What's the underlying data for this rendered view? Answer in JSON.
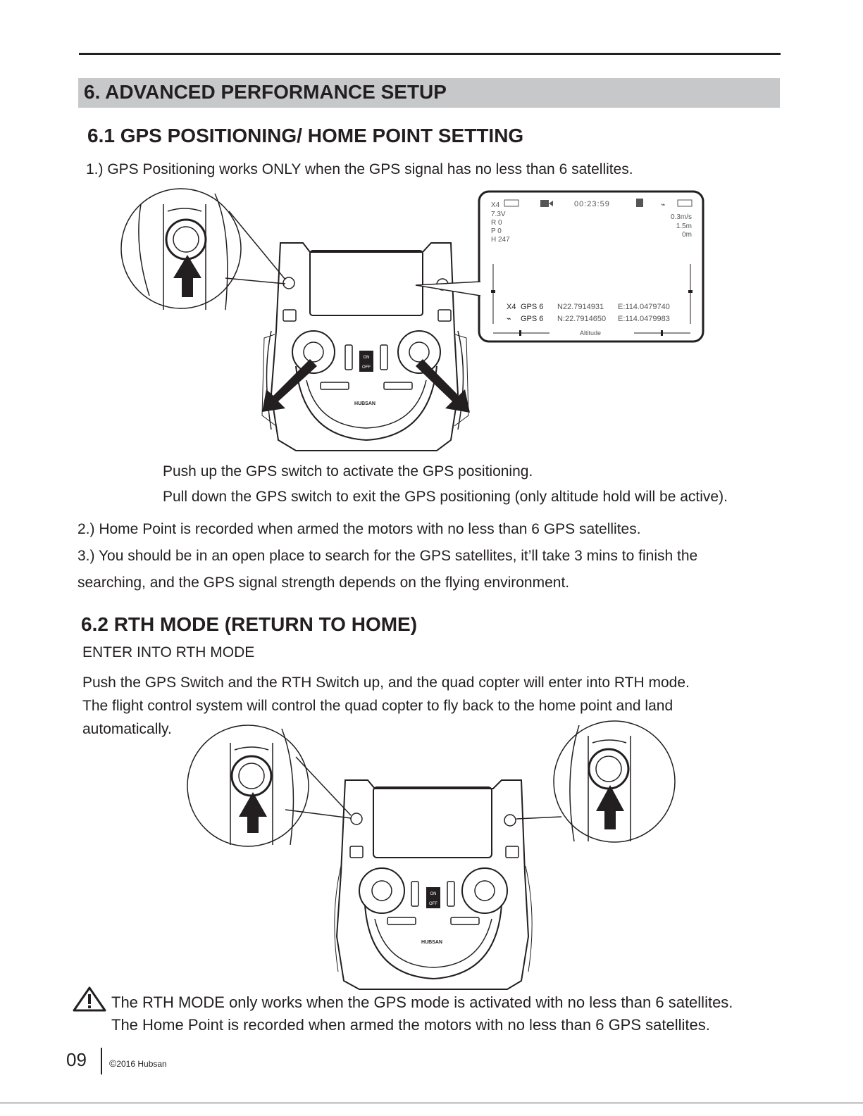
{
  "header": {
    "section_title": "6. ADVANCED PERFORMANCE SETUP"
  },
  "gps": {
    "title": "6.1 GPS POSITIONING/ HOME POINT SETTING",
    "point1": "1.) GPS Positioning works ONLY when the GPS signal has no less than 6 satellites.",
    "push_up": "Push up the GPS switch to activate the GPS positioning.",
    "pull_down": "Pull down the GPS switch to exit the GPS positioning (only altitude hold will be active).",
    "point2": "2.) Home Point is recorded when armed the motors with no less than 6 GPS satellites.",
    "point3_line1": "3.) You should be in an open place to search for the GPS satellites, it’ll take 3 mins to finish the",
    "point3_line2": "searching, and the GPS signal strength depends on the flying environment."
  },
  "screen": {
    "model": "X4",
    "time": "00:23:59",
    "voltage": "7.3V",
    "roll": "R  0",
    "pitch": "P  0",
    "heading": "H 247",
    "speed": "0.3m/s",
    "height": "1.5m",
    "distance": "0m",
    "craft_label": "X4",
    "craft_gps": "GPS  6",
    "craft_lat": "N22.7914931",
    "craft_lon": "E:114.0479740",
    "tx_gps": "GPS  6",
    "tx_lat": "N:22.7914650",
    "tx_lon": "E:114.0479983",
    "altitude_label": "Altitude"
  },
  "controller": {
    "on_label": "ON",
    "off_label": "OFF",
    "brand": "HUBSAN"
  },
  "rth": {
    "title": "6.2 RTH MODE (RETURN TO HOME)",
    "subtitle": "ENTER INTO RTH MODE",
    "line1": "Push the GPS Switch and the RTH Switch up, and the quad copter will enter into RTH mode.",
    "line2": "The flight control system will control the quad copter to fly back to the home point and land",
    "line3": "automatically."
  },
  "warning": {
    "line1": "The RTH MODE only works when the GPS mode is activated with no less than 6 satellites.",
    "line2": "The Home Point is recorded when armed the motors with no less than 6 GPS satellites."
  },
  "footer": {
    "page_number": "09",
    "copyright_symbol": "©",
    "copyright": "2016  Hubsan"
  }
}
